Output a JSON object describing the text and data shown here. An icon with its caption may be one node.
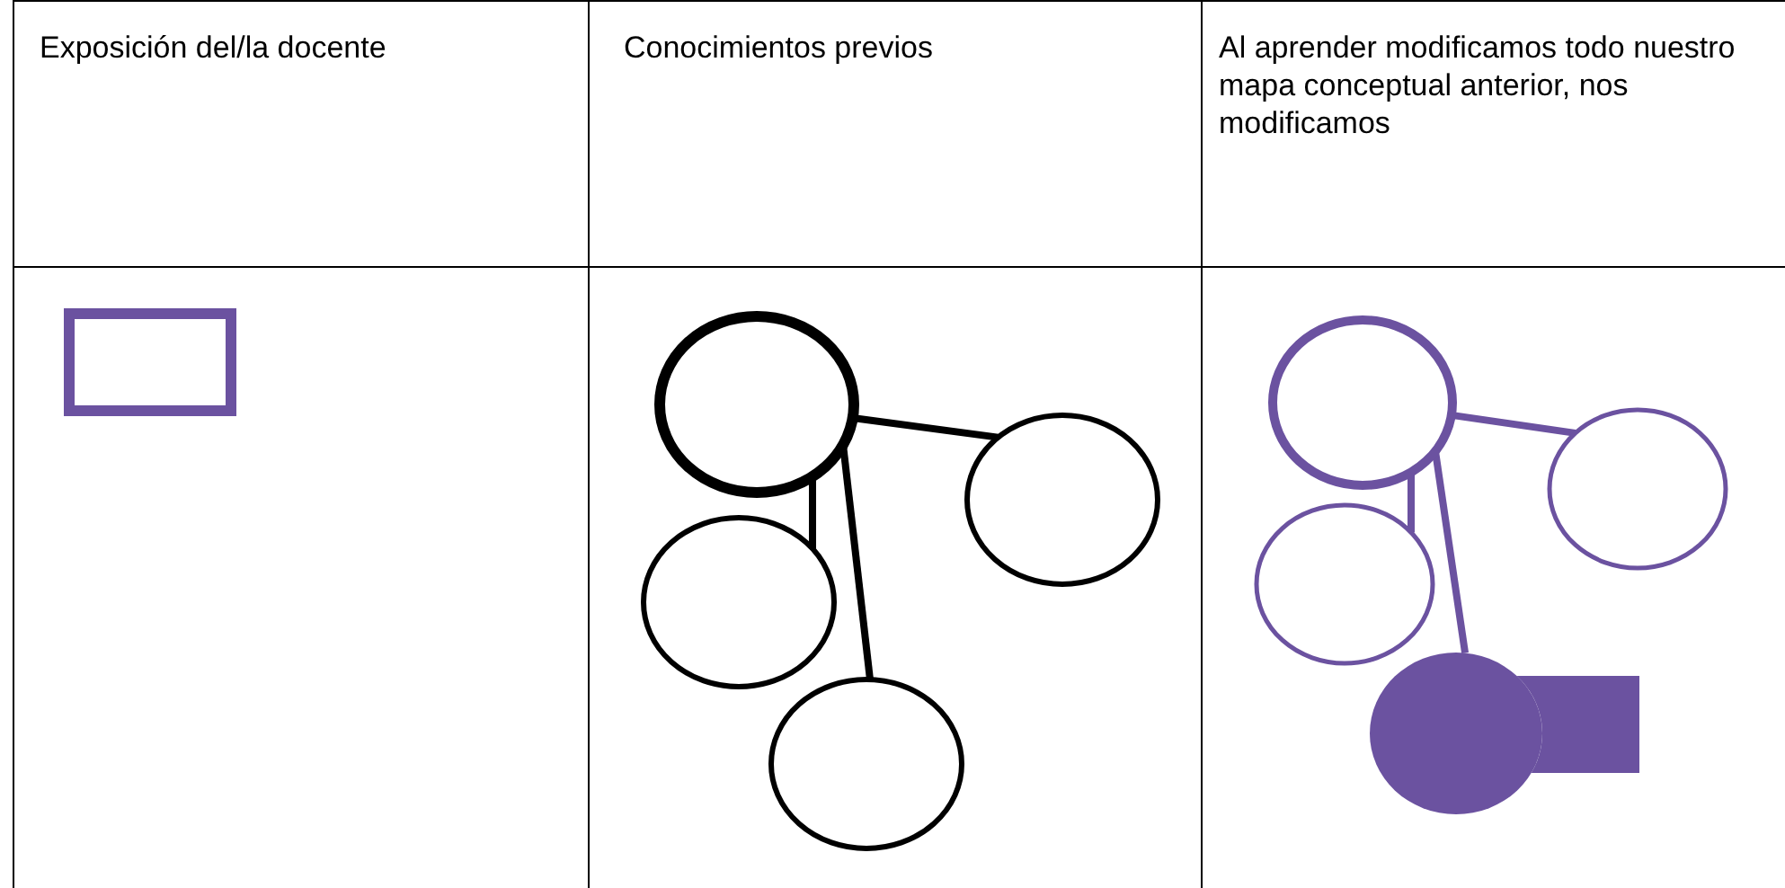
{
  "diagram": {
    "nodes": [
      {
        "text": [],
        "shape": "box"
      },
      {
        "text": [],
        "shape": "circle"
      },
      {
        "text": [],
        "shape": "circle"
      },
      {
        "text": [],
        "shape": "circle"
      },
      {
        "text": [],
        "shape": "circle"
      },
      {
        "text": [],
        "shape": "circle"
      },
      {
        "text": [],
        "shape": "circle"
      },
      {
        "text": [],
        "shape": "circle"
      },
      {
        "text": [],
        "shape": "circle"
      },
      {
        "text": [],
        "shape": "box"
      }
    ],
    "edges": [
      {
        "from": 1,
        "to": 2,
        "arrow": "none"
      },
      {
        "from": 1,
        "to": 3,
        "arrow": "none"
      },
      {
        "from": 1,
        "to": 4,
        "arrow": "none"
      },
      {
        "from": 5,
        "to": 6,
        "arrow": "none",
        "color": "#6b52a0"
      },
      {
        "from": 5,
        "to": 7,
        "arrow": "none",
        "color": "#6b52a0"
      },
      {
        "from": 5,
        "to": 8,
        "arrow": "none",
        "color": "#6b52a0"
      }
    ],
    "labels": [
      "Exposición del/la docente",
      "Conocimientos previos",
      "Al aprender modificamos todo nuestro mapa conceptual anterior, nos modificamos"
    ]
  }
}
